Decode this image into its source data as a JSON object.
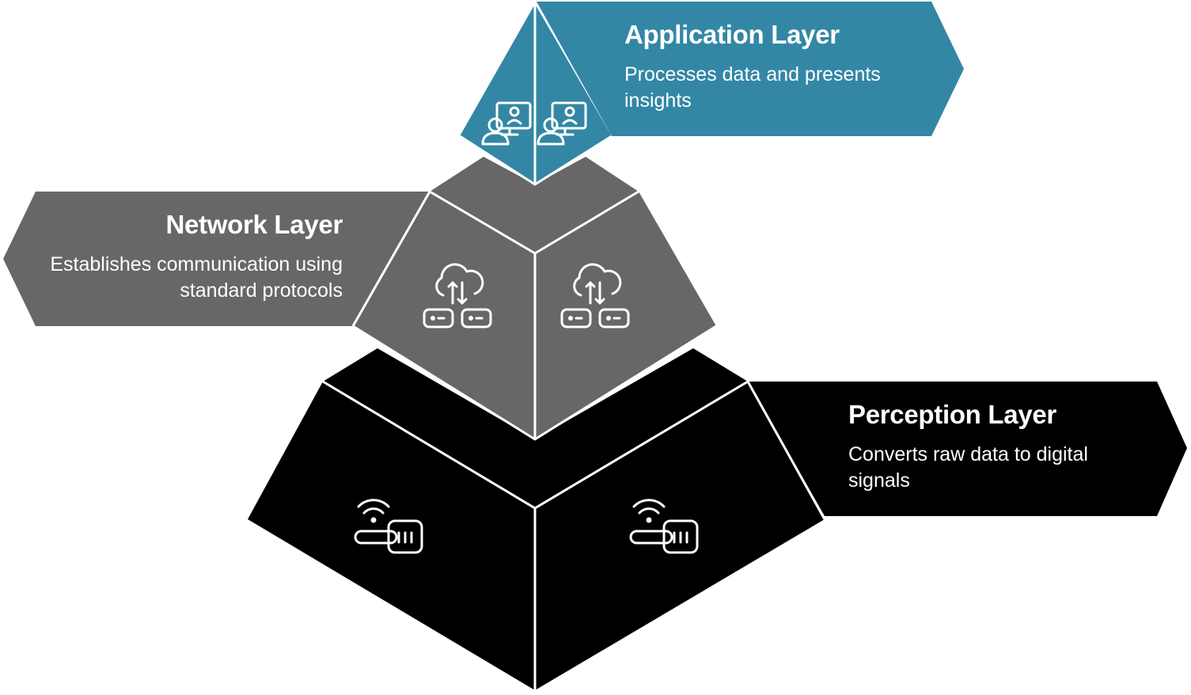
{
  "colors": {
    "application": "#3387a5",
    "network": "#676767",
    "perception": "#000000",
    "separator": "#ffffff",
    "icon_stroke": "#ffffff"
  },
  "layers": [
    {
      "key": "application",
      "title": "Application Layer",
      "description": "Processes data and presents insights",
      "icon": "user-monitor-icon"
    },
    {
      "key": "network",
      "title": "Network Layer",
      "description": "Establishes communication using standard protocols",
      "icon": "cloud-network-icon"
    },
    {
      "key": "perception",
      "title": "Perception Layer",
      "description": "Converts raw data to digital signals",
      "icon": "wireless-sensor-icon"
    }
  ]
}
